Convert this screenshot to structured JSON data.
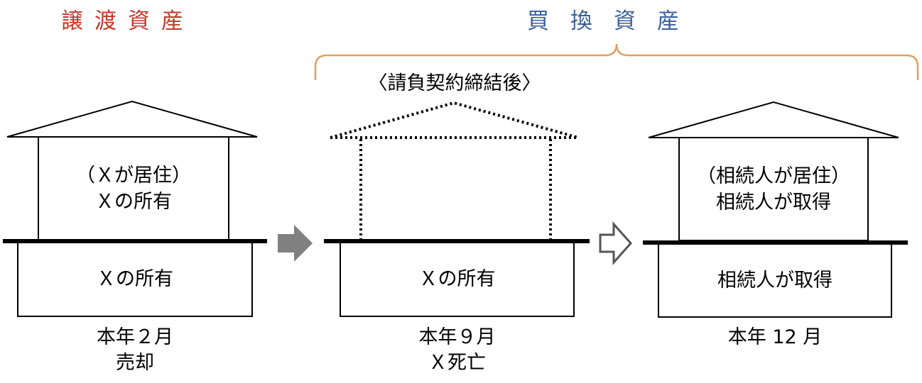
{
  "header": {
    "transfer_asset": "譲渡資産",
    "replacement_asset": "買換資産",
    "contract_note": "〈請負契約締結後〉"
  },
  "houses": [
    {
      "upper_lines": [
        "（Ｘが居住）",
        "Ｘの所有"
      ],
      "lower_text": "Ｘの所有",
      "caption_lines": [
        "本年２月",
        "売却"
      ]
    },
    {
      "upper_lines": [],
      "lower_text": "Ｘの所有",
      "caption_lines": [
        "本年９月",
        "Ｘ死亡"
      ]
    },
    {
      "upper_lines": [
        "（相続人が居住）",
        "相続人が取得"
      ],
      "lower_text": "相続人が取得",
      "caption_lines": [
        "本年 12 月"
      ]
    }
  ],
  "colors": {
    "transfer_title": "#C0392B",
    "replacement_title": "#3A5F9A",
    "brace": "#E0A060",
    "arrow_fill": "#808080"
  }
}
